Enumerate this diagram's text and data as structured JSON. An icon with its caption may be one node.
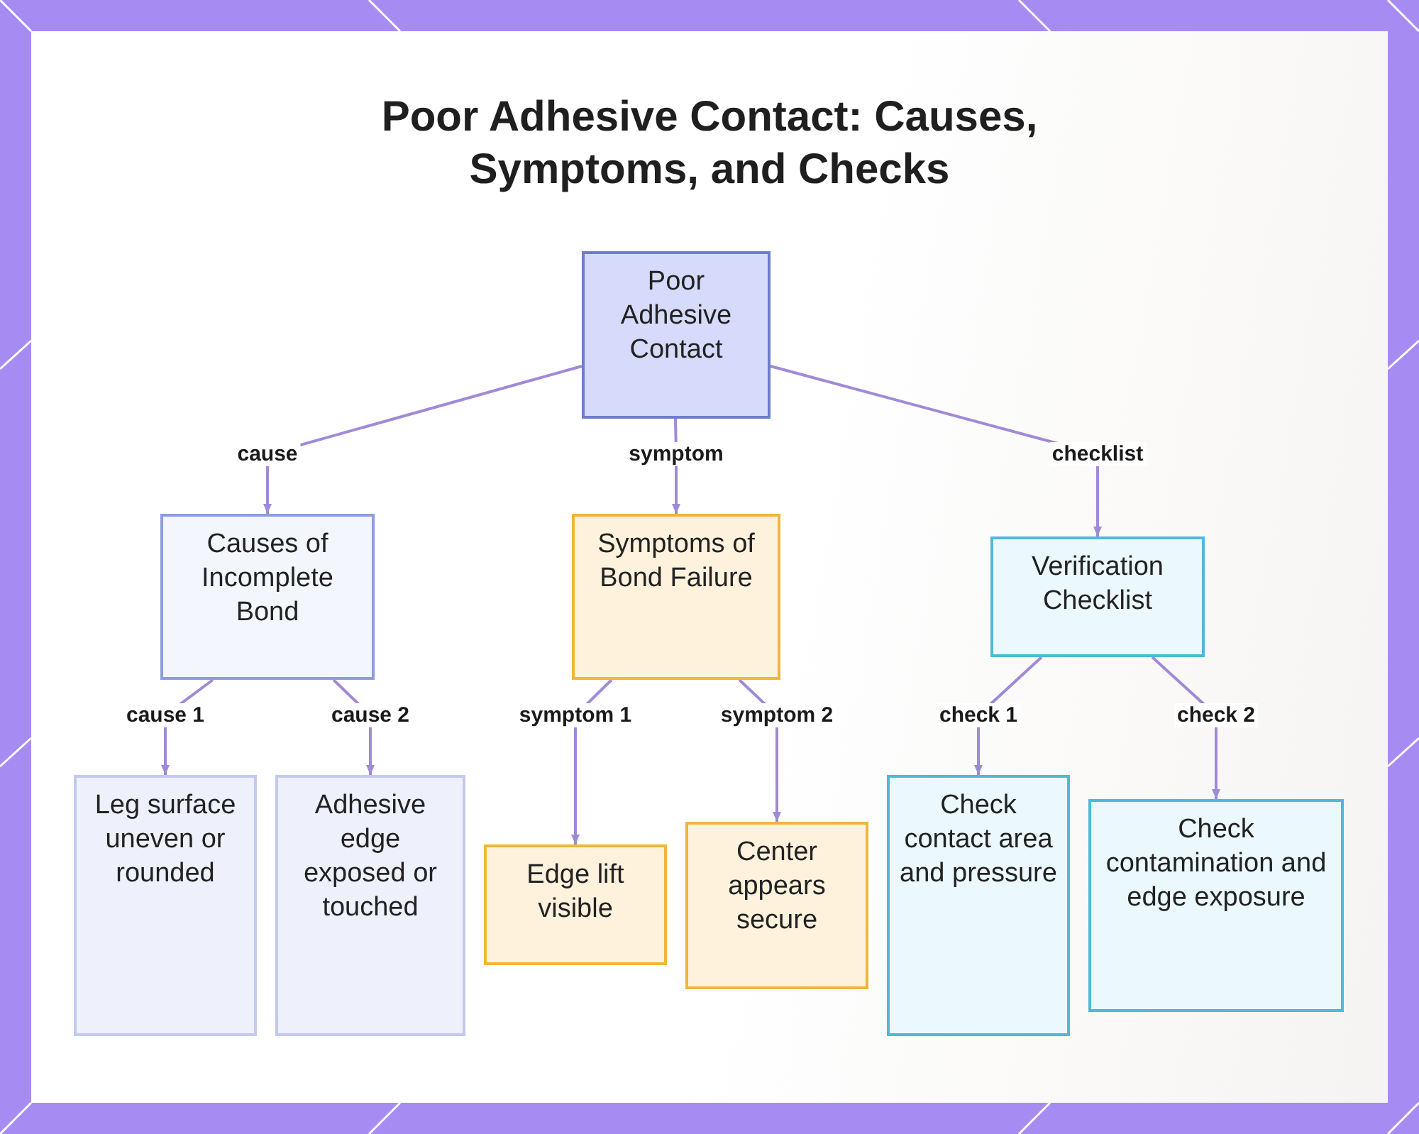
{
  "diagram": {
    "title": "Poor Adhesive Contact: Causes, Symptoms, and Checks",
    "nodes": [
      {
        "text": [
          "Poor Adhesive Contact"
        ]
      },
      {
        "text": [
          "Causes of Incomplete Bond"
        ]
      },
      {
        "text": [
          "Symptoms of Bond Failure"
        ]
      },
      {
        "text": [
          "Verification Checklist"
        ]
      },
      {
        "text": [
          "Leg surface uneven or rounded"
        ]
      },
      {
        "text": [
          "Adhesive edge exposed or touched"
        ]
      },
      {
        "text": [
          "Edge lift visible"
        ]
      },
      {
        "text": [
          "Center appears secure"
        ]
      },
      {
        "text": [
          "Check contact area and pressure"
        ]
      },
      {
        "text": [
          "Check contamination and edge exposure"
        ]
      }
    ],
    "edges": [
      {
        "from": 0,
        "to": 1,
        "arrow": "to",
        "label": "cause"
      },
      {
        "from": 0,
        "to": 2,
        "arrow": "to",
        "label": "symptom"
      },
      {
        "from": 0,
        "to": 3,
        "arrow": "to",
        "label": "checklist"
      },
      {
        "from": 1,
        "to": 4,
        "arrow": "to",
        "label": "cause 1"
      },
      {
        "from": 1,
        "to": 5,
        "arrow": "to",
        "label": "cause 2"
      },
      {
        "from": 2,
        "to": 6,
        "arrow": "to",
        "label": "symptom 1"
      },
      {
        "from": 2,
        "to": 7,
        "arrow": "to",
        "label": "symptom 2"
      },
      {
        "from": 3,
        "to": 8,
        "arrow": "to",
        "label": "check 1"
      },
      {
        "from": 3,
        "to": 9,
        "arrow": "to",
        "label": "check 2"
      }
    ]
  }
}
